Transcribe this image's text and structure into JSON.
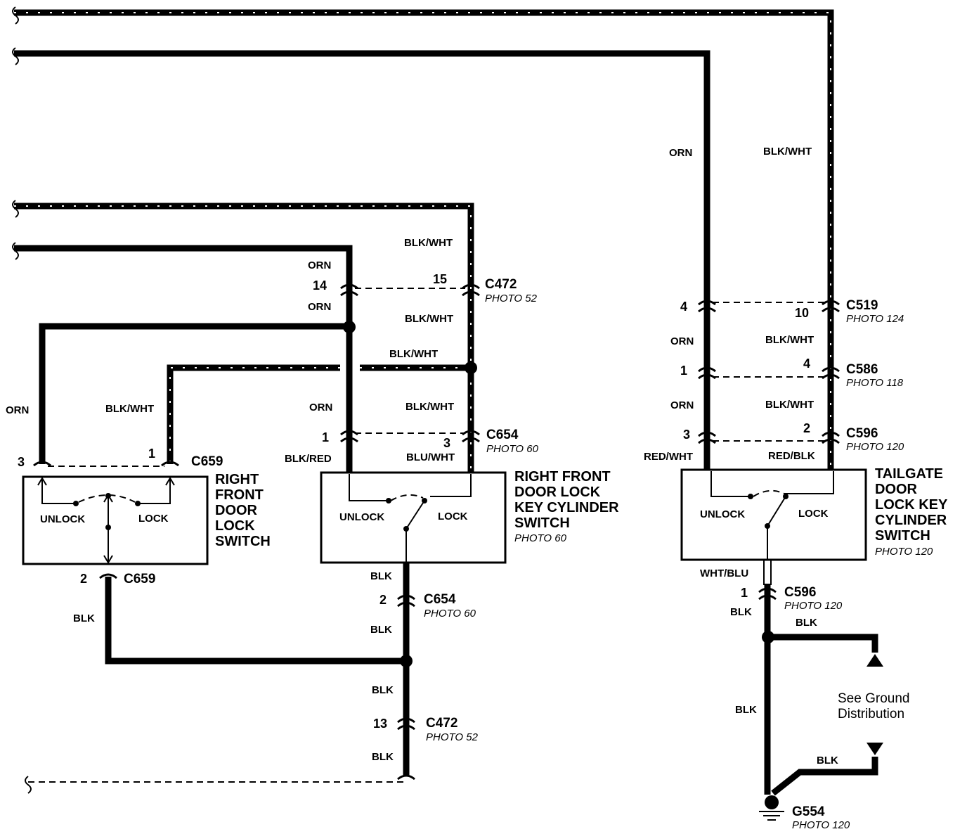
{
  "wires": {
    "orn": "ORN",
    "blk_wht": "BLK/WHT",
    "blk": "BLK",
    "blk_red": "BLK/RED",
    "blu_wht": "BLU/WHT",
    "red_wht": "RED/WHT",
    "red_blk": "RED/BLK",
    "wht_blu": "WHT/BLU"
  },
  "connectors": {
    "c472": "C472",
    "c654": "C654",
    "c659": "C659",
    "c519": "C519",
    "c586": "C586",
    "c596": "C596",
    "g554": "G554"
  },
  "photos": {
    "p52": "PHOTO 52",
    "p60": "PHOTO 60",
    "p124": "PHOTO 124",
    "p118": "PHOTO 118",
    "p120": "PHOTO 120"
  },
  "pins": {
    "p14": "14",
    "p15": "15",
    "p1": "1",
    "p3": "3",
    "p2": "2",
    "p13": "13",
    "p4": "4",
    "p10": "10"
  },
  "components": {
    "rf_switch": [
      "RIGHT",
      "FRONT",
      "DOOR",
      "LOCK",
      "SWITCH"
    ],
    "rf_key": [
      "RIGHT FRONT",
      "DOOR LOCK",
      "KEY CYLINDER",
      "SWITCH"
    ],
    "tailgate": [
      "TAILGATE",
      "DOOR",
      "LOCK KEY",
      "CYLINDER",
      "SWITCH"
    ]
  },
  "switch_positions": {
    "unlock": "UNLOCK",
    "lock": "LOCK"
  },
  "ground_note": [
    "See Ground",
    "Distribution"
  ]
}
